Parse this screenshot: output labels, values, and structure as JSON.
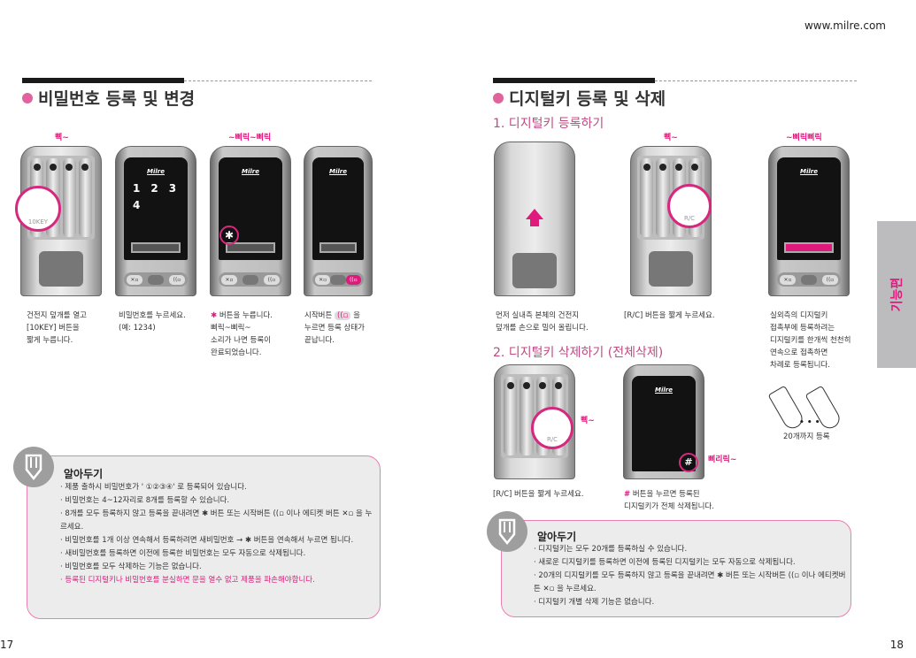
{
  "header": {
    "url": "www.milre.com"
  },
  "left_page": {
    "page_number": "17",
    "section_title": "비밀번호 등록 및 변경",
    "steps": [
      {
        "sound": "삑~",
        "caption": "건전지 덮개를 열고\n[10KEY] 버튼을\n짧게 누릅니다.",
        "callout": "10KEY"
      },
      {
        "sound": "",
        "caption": "비밀번호를 누르세요.\n(예: 1234)",
        "keys": [
          "1",
          "2",
          "3",
          "4"
        ]
      },
      {
        "sound": "~삐릭~삐릭",
        "caption_key": "✱",
        "caption": " 버튼을 누릅니다.\n삐릭~삐릭~\n소리가 나면 등록이\n완료되었습니다.",
        "callout": "✱"
      },
      {
        "sound": "",
        "caption_pre": "시작버튼 ",
        "caption_btn": "((▫",
        "caption": " 을\n누르면 등록 상태가\n끝납니다."
      }
    ],
    "device_logo": "Milre",
    "device_buttons": [
      "✕▫",
      "",
      "((▫"
    ],
    "tip": {
      "title": "알아두기",
      "items": [
        {
          "text": "제품 출하시 비밀번호가 ' ①②③④' 로 등록되어 있습니다.",
          "warn": false
        },
        {
          "text": "비밀번호는 4~12자리로 8개를 등록할 수 있습니다.",
          "warn": false
        },
        {
          "text": "8개를 모두 등록하지 않고 등록을 끝내려면 ✱ 버튼 또는 시작버튼 ((▫ 이나 에티켓 버튼 ✕▫ 을 누르세요.",
          "warn": false
        },
        {
          "text": "비밀번호를 1개 이상 연속해서 등록하려면 새비밀번호 → ✱ 버튼을 연속해서 누르면 됩니다.",
          "warn": false
        },
        {
          "text": "새비밀번호를 등록하면 이전에 등록한 비밀번호는 모두 자동으로 삭제됩니다.",
          "warn": false
        },
        {
          "text": "비밀번호를 모두 삭제하는 기능은 없습니다.",
          "warn": false
        },
        {
          "text": "등록된 디지털키나 비밀번호를 분실하면 문을 열수 없고 제품을 파손해야합니다.",
          "warn": true
        }
      ]
    }
  },
  "right_page": {
    "page_number": "18",
    "section_title": "디지털키 등록 및 삭제",
    "sub1": {
      "title": "1. 디지털키 등록하기",
      "steps": [
        {
          "sound": "",
          "caption": "먼저 실내측 본체의 건전지\n덮개를 손으로 밀어 올립니다."
        },
        {
          "sound": "삑~",
          "caption": "[R/C] 버튼을 짧게 누르세요.",
          "callout": "R/C"
        },
        {
          "sound": "~삐릭삐릭",
          "caption": "실외측의 디지털키\n접촉부에 등록하려는\n디지털키를 한개씩 천천히\n연속으로 접촉하면\n차례로 등록됩니다.",
          "note": "20개까지 등록",
          "dots": "• • •"
        }
      ]
    },
    "sub2": {
      "title": "2. 디지털키 삭제하기 (전체삭제)",
      "steps": [
        {
          "sound": "삑~",
          "caption": "[R/C] 버튼을 짧게 누르세요.",
          "callout": "R/C"
        },
        {
          "sound": "삐리릭~",
          "caption_key": "#",
          "caption": " 버튼을 누르면 등록된\n디지털키가 전체 삭제됩니다.",
          "callout": "#"
        }
      ]
    },
    "tip": {
      "title": "알아두기",
      "items": [
        {
          "text": "디지털키는 모두 20개를 등록하실 수 있습니다."
        },
        {
          "text": "새로운 디지털키를 등록하면 이전에 등록된 디지털키는 모두 자동으로 삭제됩니다."
        },
        {
          "text": "20개의 디지털키를 모두 등록하지 않고 등록을 끝내려면 ✱ 버튼 또는 시작버튼 ((▫ 이나 에티켓버튼 ✕▫ 을 누르세요."
        },
        {
          "text": "디지털키 개별 삭제 기능은 없습니다."
        }
      ]
    },
    "side_tab": "기능편"
  },
  "colors": {
    "accent": "#e0197d",
    "bullet": "#e0639c",
    "tip_bg": "#ececec",
    "tip_border": "#e87fb0",
    "side_tab": "#bcbcbe"
  }
}
